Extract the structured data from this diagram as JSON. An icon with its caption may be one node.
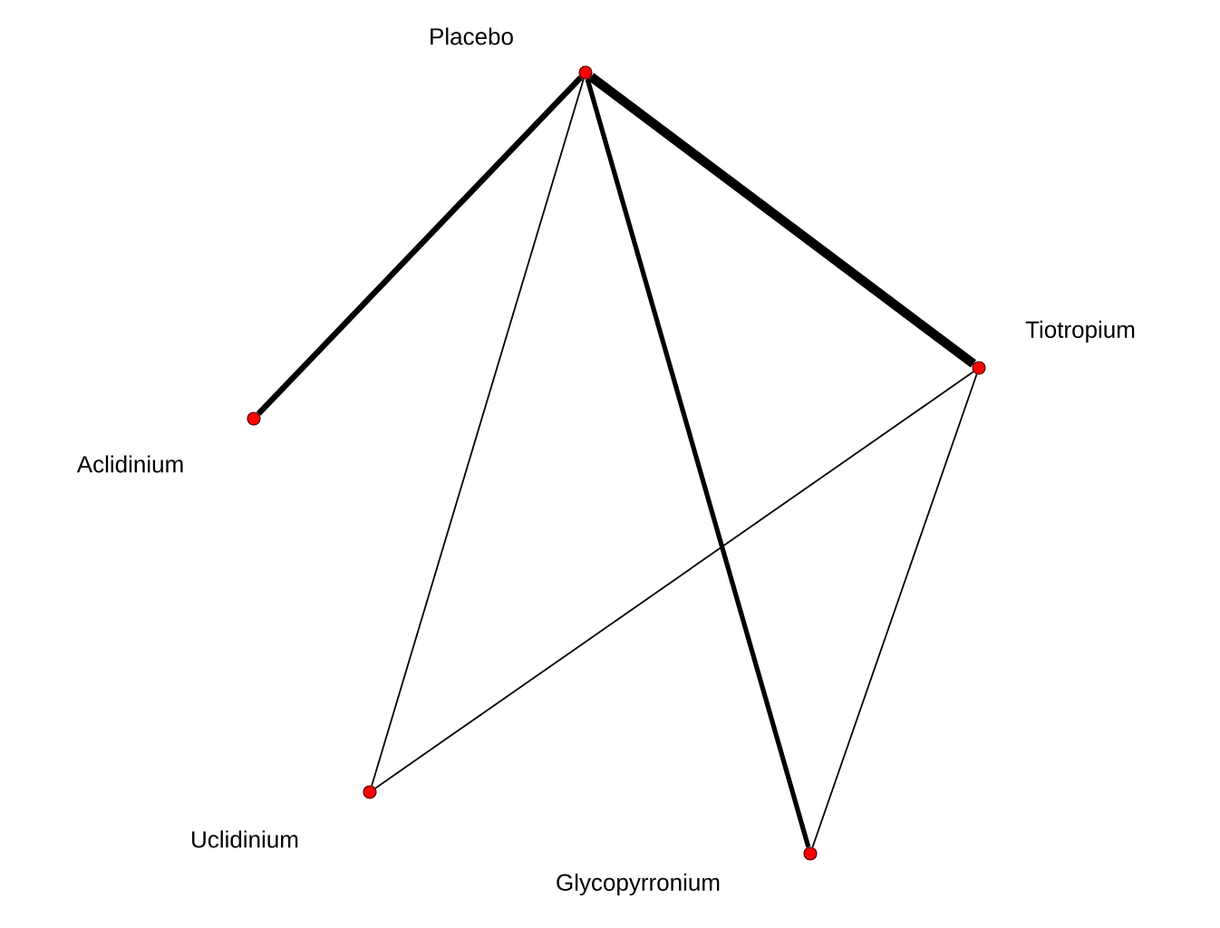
{
  "diagram": {
    "nodes": [
      {
        "text": [],
        "shape": "circle",
        "beside": [
          "Placebo"
        ]
      },
      {
        "text": [],
        "shape": "circle",
        "beside": [
          "Tiotropium"
        ]
      },
      {
        "text": [],
        "shape": "circle",
        "beside": [
          "Aclidinium"
        ]
      },
      {
        "text": [],
        "shape": "circle",
        "beside": [
          "Uclidinium"
        ]
      },
      {
        "text": [],
        "shape": "circle",
        "beside": [
          "Glycopyrronium"
        ]
      }
    ],
    "edges": [
      {
        "from": 0,
        "to": 2,
        "arrow": "none",
        "style": "thick"
      },
      {
        "from": 0,
        "to": 1,
        "arrow": "none",
        "style": "thick"
      },
      {
        "from": 0,
        "to": 3,
        "arrow": "none"
      },
      {
        "from": 0,
        "to": 4,
        "arrow": "none",
        "style": "thick"
      },
      {
        "from": 1,
        "to": 3,
        "arrow": "none"
      },
      {
        "from": 1,
        "to": 4,
        "arrow": "none"
      }
    ]
  }
}
